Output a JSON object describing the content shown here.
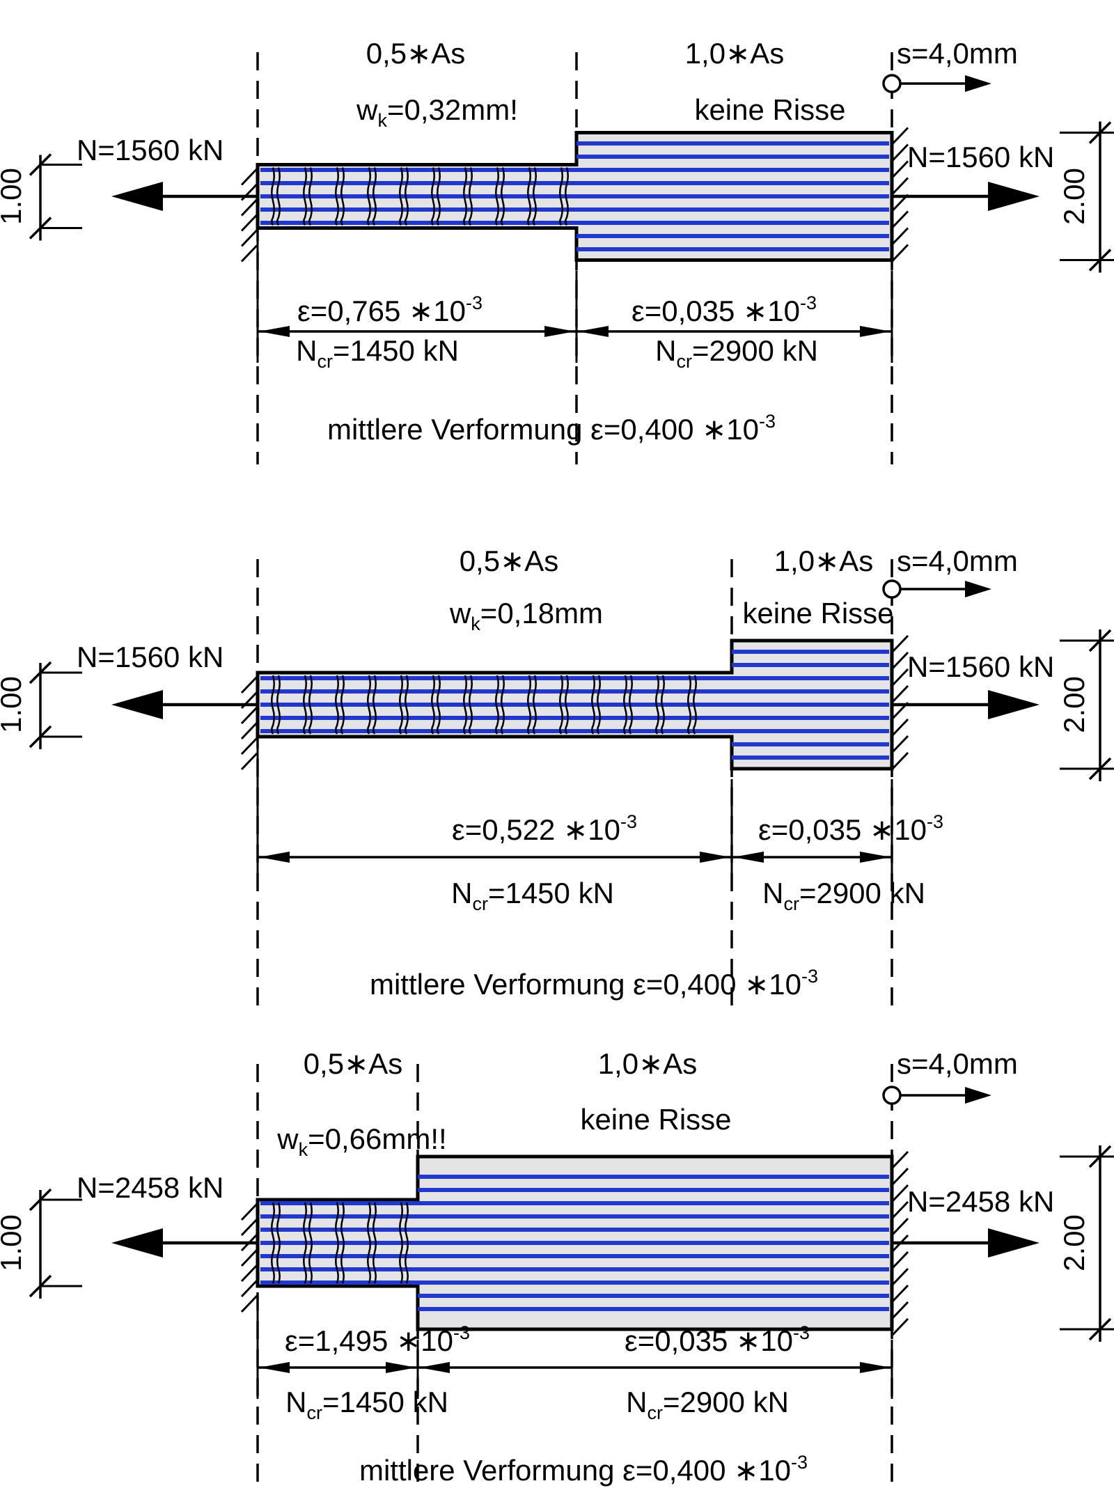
{
  "colors": {
    "rebar_blue": "#2238cc",
    "concrete_gray": "#e4e4e6",
    "ink": "#000000",
    "background": "#ffffff"
  },
  "diagrams": [
    {
      "zone_left_label": "0,5∗As",
      "zone_right_label": "1,0∗As",
      "no_cracks_label": "keine Risse",
      "slip_label": "s=4,0mm",
      "crack_width_label": [
        {
          "t": "w"
        },
        {
          "t": "k",
          "s": "sub"
        },
        {
          "t": "=0,32mm!"
        }
      ],
      "force_left_label": "N=1560 kN",
      "force_right_label": "N=1560 kN",
      "dim_left_label": "1.00",
      "dim_right_label": "2.00",
      "cracked_zone_fraction": 0.503,
      "span_left": {
        "strain_label": [
          {
            "t": "ε=0,765 ∗10"
          },
          {
            "t": "-3",
            "s": "sup"
          }
        ],
        "ncr_label": [
          {
            "t": "N"
          },
          {
            "t": "cr",
            "s": "sub"
          },
          {
            "t": "=1450 kN"
          }
        ]
      },
      "span_right": {
        "strain_label": [
          {
            "t": "ε=0,035 ∗10"
          },
          {
            "t": "-3",
            "s": "sup"
          }
        ],
        "ncr_label": [
          {
            "t": "N"
          },
          {
            "t": "cr",
            "s": "sub"
          },
          {
            "t": "=2900 kN"
          }
        ]
      },
      "mean_label": [
        {
          "t": "mittlere Verformung ε=0,400 ∗10"
        },
        {
          "t": "-3",
          "s": "sup"
        }
      ]
    },
    {
      "zone_left_label": "0,5∗As",
      "zone_right_label": "1,0∗As",
      "no_cracks_label": "keine Risse",
      "slip_label": "s=4,0mm",
      "crack_width_label": [
        {
          "t": "w"
        },
        {
          "t": "k",
          "s": "sub"
        },
        {
          "t": "=0,18mm"
        }
      ],
      "force_left_label": "N=1560 kN",
      "force_right_label": "N=1560 kN",
      "dim_left_label": "1.00",
      "dim_right_label": "2.00",
      "cracked_zone_fraction": 0.748,
      "span_left": {
        "strain_label": [
          {
            "t": "ε=0,522 ∗10"
          },
          {
            "t": "-3",
            "s": "sup"
          }
        ],
        "ncr_label": [
          {
            "t": "N"
          },
          {
            "t": "cr",
            "s": "sub"
          },
          {
            "t": "=1450 kN"
          }
        ]
      },
      "span_right": {
        "strain_label": [
          {
            "t": "ε=0,035 ∗10"
          },
          {
            "t": "-3",
            "s": "sup"
          }
        ],
        "ncr_label": [
          {
            "t": "N"
          },
          {
            "t": "cr",
            "s": "sub"
          },
          {
            "t": "=2900 kN"
          }
        ]
      },
      "mean_label": [
        {
          "t": "mittlere Verformung ε=0,400 ∗10"
        },
        {
          "t": "-3",
          "s": "sup"
        }
      ]
    },
    {
      "zone_left_label": "0,5∗As",
      "zone_right_label": "1,0∗As",
      "no_cracks_label": "keine Risse",
      "slip_label": "s=4,0mm",
      "crack_width_label": [
        {
          "t": "w"
        },
        {
          "t": "k",
          "s": "sub"
        },
        {
          "t": "=0,66mm!!"
        }
      ],
      "force_left_label": "N=2458 kN",
      "force_right_label": "N=2458 kN",
      "dim_left_label": "1.00",
      "dim_right_label": "2.00",
      "cracked_zone_fraction": 0.2525,
      "span_left": {
        "strain_label": [
          {
            "t": "ε=1,495 ∗10"
          },
          {
            "t": "-3",
            "s": "sup"
          }
        ],
        "ncr_label": [
          {
            "t": "N"
          },
          {
            "t": "cr",
            "s": "sub"
          },
          {
            "t": "=1450 kN"
          }
        ]
      },
      "span_right": {
        "strain_label": [
          {
            "t": "ε=0,035 ∗10"
          },
          {
            "t": "-3",
            "s": "sup"
          }
        ],
        "ncr_label": [
          {
            "t": "N"
          },
          {
            "t": "cr",
            "s": "sub"
          },
          {
            "t": "=2900 kN"
          }
        ]
      },
      "mean_label": [
        {
          "t": "mittlere Verformung ε=0,400 ∗10"
        },
        {
          "t": "-3",
          "s": "sup"
        }
      ]
    }
  ]
}
